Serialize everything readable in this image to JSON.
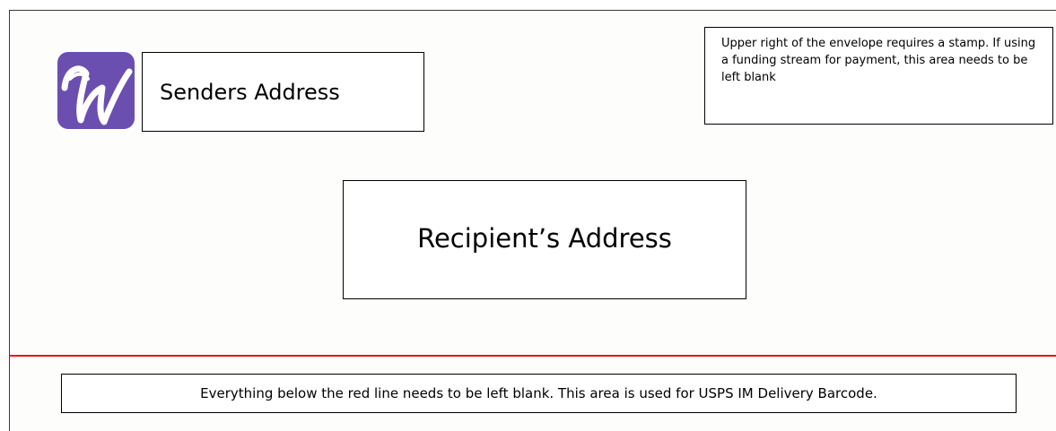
{
  "sender": {
    "label": "Senders Address"
  },
  "stamp_area": {
    "note": "Upper right of the envelope requires a stamp.  If using a funding stream for payment, this area needs to be left blank"
  },
  "recipient": {
    "label": "Recipient’s Address"
  },
  "barcode_area": {
    "note": "Everything below the red line needs to be left blank.  This area is used for USPS IM Delivery Barcode."
  },
  "colors": {
    "logo_purple": "#6a4fb0",
    "divider_red": "#e8141a"
  },
  "icons": {
    "logo": "w-logo-icon"
  }
}
